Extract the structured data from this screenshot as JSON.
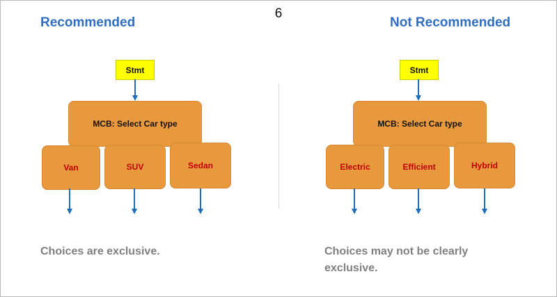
{
  "page_number": "6",
  "left": {
    "heading": "Recommended",
    "stmt": "Stmt",
    "mcb": "MCB: Select Car type",
    "choices": [
      "Van",
      "SUV",
      "Sedan"
    ],
    "note": "Choices are exclusive."
  },
  "right": {
    "heading": "Not Recommended",
    "stmt": "Stmt",
    "mcb": "MCB: Select Car type",
    "choices": [
      "Electric",
      "Efficient",
      "Hybrid"
    ],
    "note_line1": "Choices may not be clearly",
    "note_line2": "exclusive."
  },
  "colors": {
    "heading": "#2f6ec1",
    "box_fill": "#e8983d",
    "stmt_fill": "#ffff00",
    "choice_text": "#c00000",
    "arrow": "#1f6db8",
    "note_text": "#7f7f7f"
  }
}
